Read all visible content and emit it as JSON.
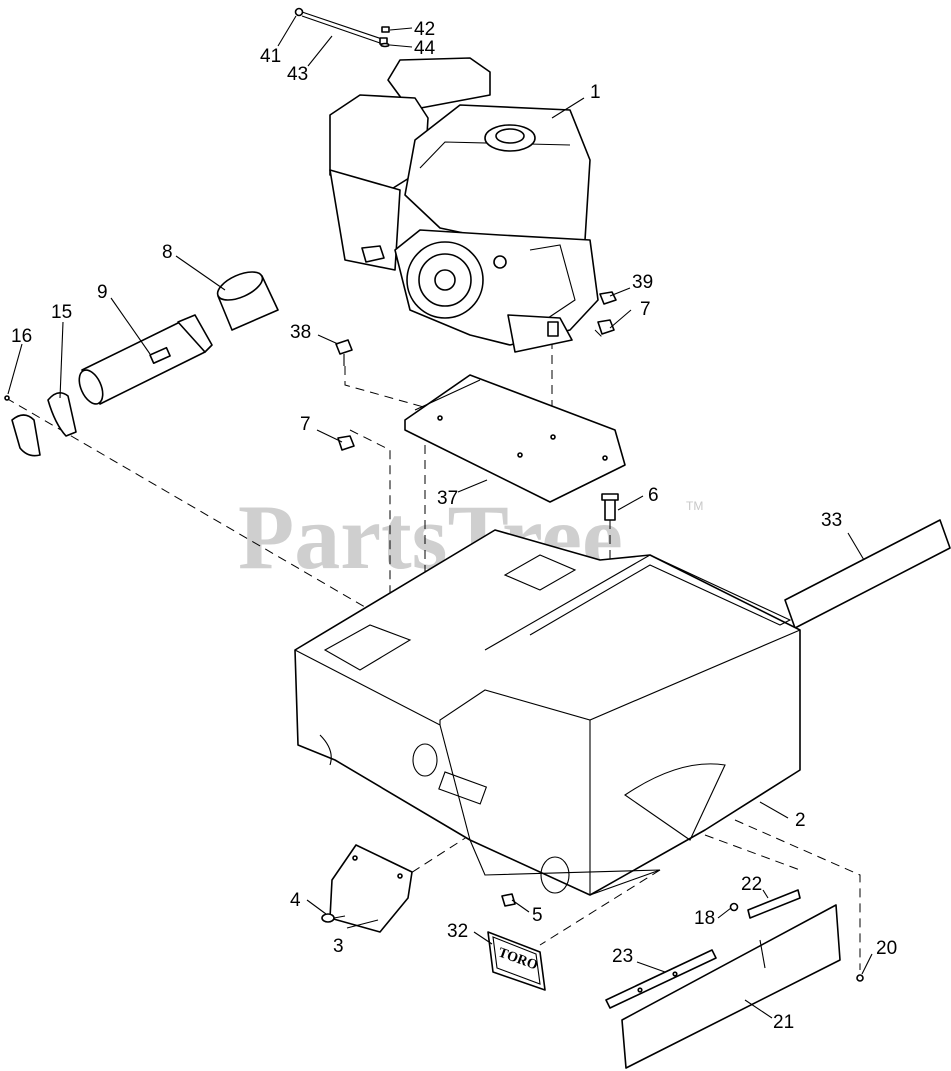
{
  "watermark": {
    "text": "PartsTree",
    "tm": "TM"
  },
  "badge_text": "TORO",
  "callouts": {
    "c1": "1",
    "c2": "2",
    "c3": "3",
    "c4": "4",
    "c5": "5",
    "c6": "6",
    "c7a": "7",
    "c7b": "7",
    "c8": "8",
    "c9": "9",
    "c15": "15",
    "c16": "16",
    "c18": "18",
    "c20": "20",
    "c21": "21",
    "c22": "22",
    "c23": "23",
    "c32": "32",
    "c33": "33",
    "c37": "37",
    "c38": "38",
    "c39": "39",
    "c41": "41",
    "c42": "42",
    "c43": "43",
    "c44": "44"
  }
}
